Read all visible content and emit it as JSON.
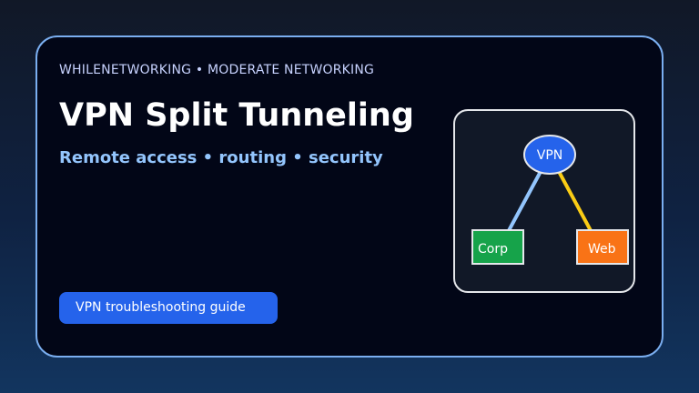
{
  "kicker": "WHILENETWORKING • MODERATE NETWORKING",
  "title": "VPN Split Tunneling",
  "subtitle": "Remote access • routing • security",
  "button": {
    "label": "VPN troubleshooting guide"
  },
  "diagram": {
    "nodes": {
      "vpn": {
        "label": "VPN",
        "color": "#2563eb"
      },
      "corp": {
        "label": "Corp",
        "color": "#16a34a"
      },
      "web": {
        "label": "Web",
        "color": "#f97316"
      }
    },
    "links": {
      "corp": {
        "color": "#93c5fd"
      },
      "web": {
        "color": "#facc15"
      }
    },
    "border_color": "#e5e7eb"
  }
}
